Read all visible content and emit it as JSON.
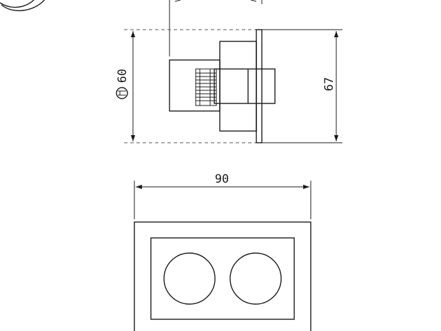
{
  "dimensions": {
    "cutout_label": "60",
    "height_label": "67",
    "width_label": "90"
  },
  "colors": {
    "stroke": "#1a1a1a",
    "background": "#ffffff"
  },
  "icons": {
    "cutout_symbol": "cutout-diameter-symbol"
  }
}
